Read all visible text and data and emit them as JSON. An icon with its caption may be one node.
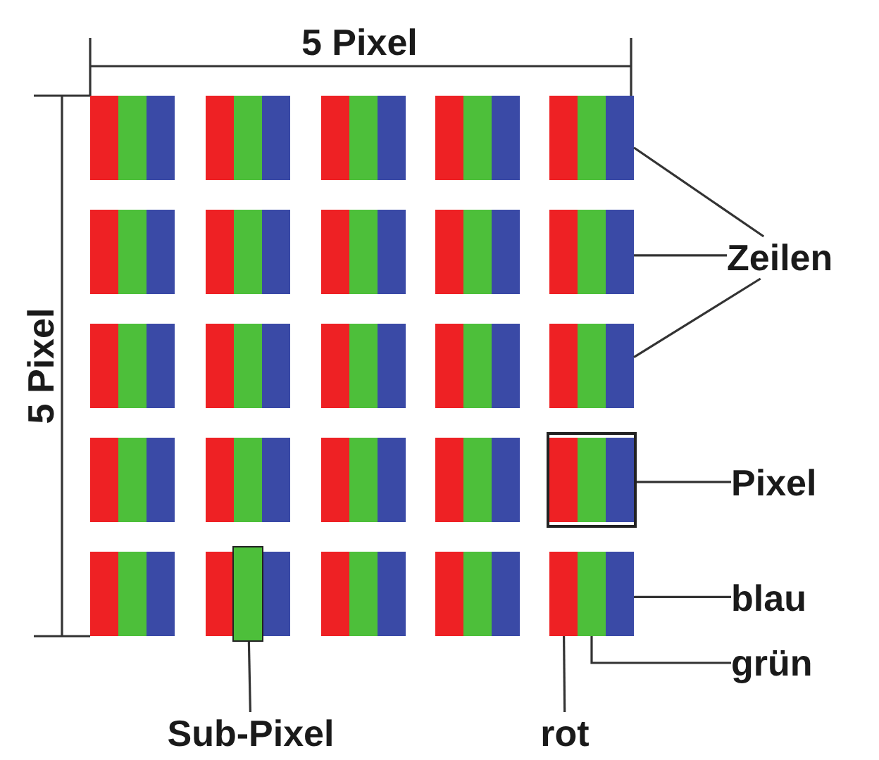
{
  "diagram": {
    "nodes": [
      {
        "text": [
          "Zeilen"
        ]
      },
      {
        "text": [
          "Pixel"
        ]
      },
      {
        "text": [
          "blau"
        ]
      },
      {
        "text": [
          "grün"
        ]
      },
      {
        "text": [
          "Sub-Pixel"
        ]
      },
      {
        "text": [
          "rot"
        ]
      },
      {
        "text": [],
        "shape": "bar"
      },
      {
        "text": [],
        "shape": "bar"
      },
      {
        "text": [],
        "shape": "bar"
      },
      {
        "text": [],
        "shape": "box"
      },
      {
        "text": [],
        "shape": "bar"
      },
      {
        "text": [],
        "shape": "bar"
      },
      {
        "text": [],
        "shape": "bar"
      },
      {
        "text": [],
        "shape": "bar"
      }
    ],
    "edges": [
      {
        "from": 0,
        "to": 6,
        "arrow": "none"
      },
      {
        "from": 0,
        "to": 7,
        "arrow": "none"
      },
      {
        "from": 0,
        "to": 8,
        "arrow": "none"
      },
      {
        "from": 1,
        "to": 9,
        "arrow": "none"
      },
      {
        "from": 2,
        "to": 10,
        "arrow": "none"
      },
      {
        "from": 3,
        "to": 11,
        "arrow": "none"
      },
      {
        "from": 4,
        "to": 13,
        "arrow": "none"
      },
      {
        "from": 5,
        "to": 12,
        "arrow": "none"
      }
    ],
    "labels": [
      "5 Pixel",
      "5 Pixel"
    ]
  }
}
